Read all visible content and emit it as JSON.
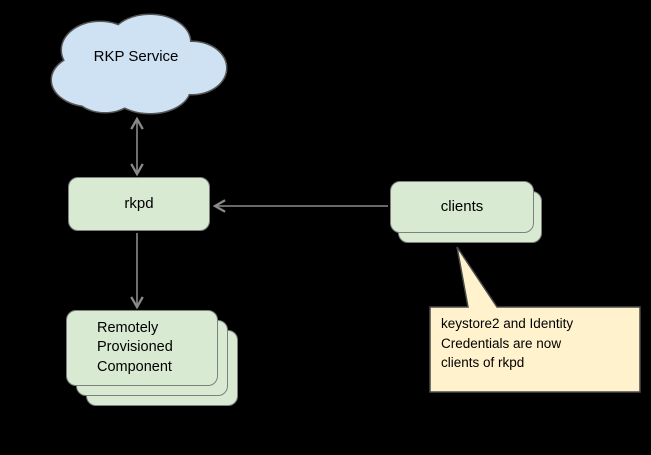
{
  "diagram": {
    "background": "#000000",
    "connector_color": "#8a8a8a"
  },
  "cloud": {
    "label": "RKP Service",
    "fill": "#cfe2f3",
    "stroke": "#555555"
  },
  "boxes": {
    "rkpd": {
      "label": "rkpd",
      "fill": "#d9ead3",
      "stroke": "#7f7f7f"
    },
    "clients": {
      "label": "clients",
      "fill": "#d9ead3",
      "stroke": "#7f7f7f"
    },
    "rpc": {
      "label": "Remotely\nProvisioned\nComponent",
      "fill": "#d9ead3",
      "stroke": "#7f7f7f"
    }
  },
  "callout": {
    "text": "keystore2 and Identity\nCredentials are now\nclients of rkpd",
    "fill": "#fff2cc",
    "stroke": "#4a4a4a"
  }
}
